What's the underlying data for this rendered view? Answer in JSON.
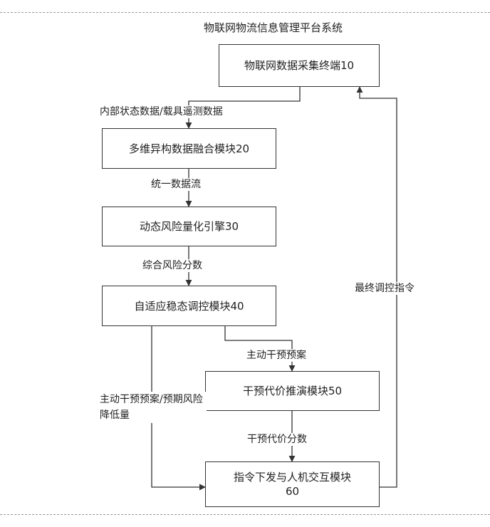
{
  "title": "物联网物流信息管理平台系统",
  "boxes": {
    "b10": "物联网数据采集终端10",
    "b20": "多维异构数据融合模块20",
    "b30": "动态风险量化引擎30",
    "b40": "自适应稳态调控模块40",
    "b50": "干预代价推演模块50",
    "b60": "指令下发与人机交互模块60"
  },
  "edges": {
    "e10_20": "内部状态数据/载具遥测数据",
    "e20_30": "统一数据流",
    "e30_40": "综合风险分数",
    "e40_50": "主动干预预案",
    "e40_60": "主动干预预案/预期风险降低量",
    "e50_60": "干预代价分数",
    "e60_10": "最终调控指令"
  }
}
